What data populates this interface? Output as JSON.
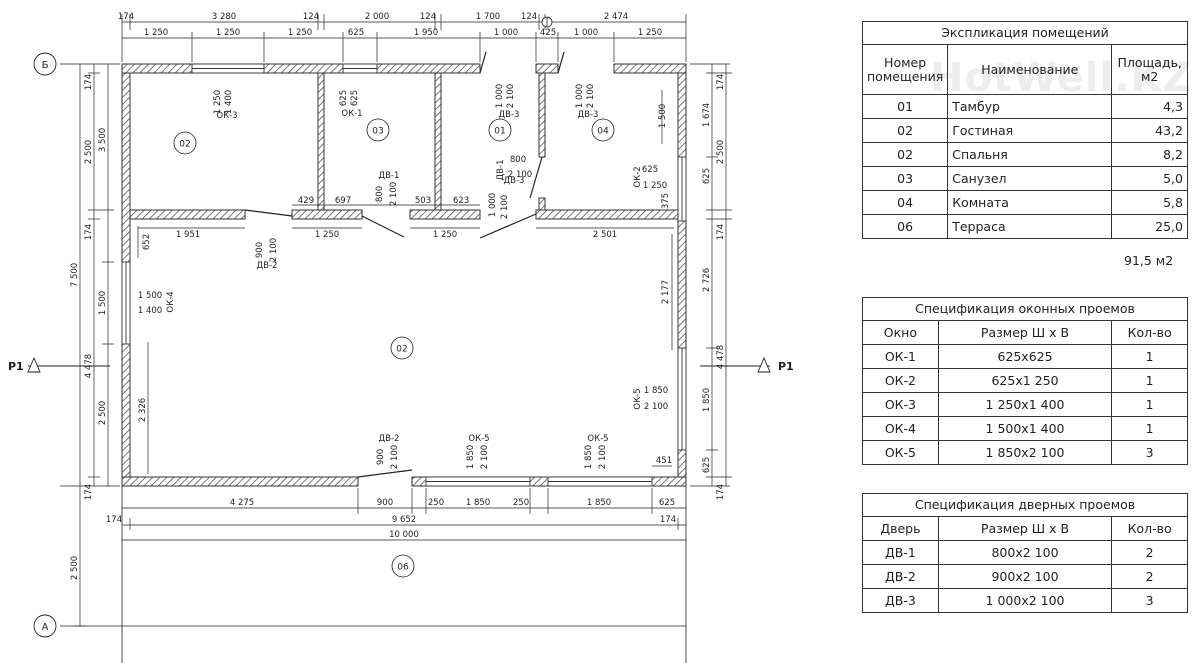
{
  "watermark": "HotWell.KZ",
  "axes": {
    "top": "Б",
    "bottom": "А"
  },
  "section_marks": {
    "left": "Р1",
    "right": "Р1"
  },
  "rooms": [
    {
      "id": "r1",
      "label": "02"
    },
    {
      "id": "r2",
      "label": "03"
    },
    {
      "id": "r3",
      "label": "01"
    },
    {
      "id": "r4",
      "label": "04"
    },
    {
      "id": "r5",
      "label": "02"
    },
    {
      "id": "r6",
      "label": "06"
    }
  ],
  "openings": {
    "ok3_top": {
      "dims": [
        "1 250",
        "1 400"
      ],
      "name": "ОК-3"
    },
    "ok1_top": {
      "dims": [
        "625",
        "625"
      ],
      "name": "ОК-1"
    },
    "dv3_left": {
      "dims": [
        "1 000",
        "2 100"
      ],
      "name": "ДВ-3"
    },
    "dv3_right": {
      "dims": [
        "1 000",
        "2 100"
      ],
      "name": "ДВ-3"
    },
    "dv1_bath": {
      "dims": [
        "800",
        "2 100"
      ],
      "name": "ДВ-1"
    },
    "dv1_hall": {
      "dims": [
        "800",
        "2 100"
      ],
      "name": "ДВ-1"
    },
    "dv3_mid": {
      "dims": [
        "1 000",
        "2 100"
      ],
      "name": "ДВ-3"
    },
    "ok2_right": {
      "dims": [
        "625",
        "1 250"
      ],
      "name": "ОК-2"
    },
    "dv2_mid": {
      "dims": [
        "900",
        "2 100"
      ],
      "name": "ДВ-2"
    },
    "ok4_left": {
      "dims": [
        "1 500",
        "1 400"
      ],
      "name": "ОК-4"
    },
    "ok5_right": {
      "dims": [
        "1 850",
        "2 100"
      ],
      "name": "ОК-5"
    },
    "dv2_bottom": {
      "dims": [
        "900",
        "2 100"
      ],
      "name": "ДВ-2"
    },
    "ok5_bottom1": {
      "dims": [
        "1 850",
        "2 100"
      ],
      "name": "ОК-5"
    },
    "ok5_bottom2": {
      "dims": [
        "1 850",
        "2 100"
      ],
      "name": "ОК-5"
    }
  },
  "dims": {
    "top_row1": [
      "174",
      "3 280",
      "124",
      "2 000",
      "124",
      "1 700",
      "124",
      "2 474"
    ],
    "top_row2": [
      "1 250",
      "1 250",
      "1 250",
      "625",
      "1 950",
      "1 000",
      "425",
      "1 000",
      "1 250"
    ],
    "left_outer": [
      "174",
      "2 500",
      "174",
      "1 500",
      "2 500",
      "174",
      "2 500"
    ],
    "left_mid": [
      "3 500",
      "7 500",
      "4 478"
    ],
    "left_small": [
      "652"
    ],
    "inner_wall": [
      "429",
      "697",
      "503",
      "623"
    ],
    "inner_wall_low": [
      "1 951",
      "1 250",
      "1 250",
      "2 501"
    ],
    "interior_vertical": [
      "1 500",
      "2 177",
      "2 326"
    ],
    "right_outer": [
      "174",
      "1 674",
      "2 500",
      "625",
      "375",
      "174",
      "2 726",
      "4 478",
      "1 850",
      "625",
      "174",
      "451"
    ],
    "bottom_row1": [
      "4 275",
      "900",
      "250",
      "1 850",
      "250",
      "1 850",
      "625"
    ],
    "bottom_row2": [
      "174",
      "9 652",
      "174"
    ],
    "bottom_row3": [
      "10 000"
    ]
  },
  "explication": {
    "title": "Экспликация помещений",
    "headers": [
      "Номер помещения",
      "Наименование",
      "Площадь, м2"
    ],
    "rows": [
      [
        "01",
        "Тамбур",
        "4,3"
      ],
      [
        "02",
        "Гостиная",
        "43,2"
      ],
      [
        "02",
        "Спальня",
        "8,2"
      ],
      [
        "03",
        "Санузел",
        "5,0"
      ],
      [
        "04",
        "Комната",
        "5,8"
      ],
      [
        "06",
        "Терраса",
        "25,0"
      ]
    ],
    "total": "91,5 м2"
  },
  "windows": {
    "title": "Спецификация оконных проемов",
    "headers": [
      "Окно",
      "Размер Ш х В",
      "Кол-во"
    ],
    "rows": [
      [
        "ОК-1",
        "625х625",
        "1"
      ],
      [
        "ОК-2",
        "625х1 250",
        "1"
      ],
      [
        "ОК-3",
        "1 250х1 400",
        "1"
      ],
      [
        "ОК-4",
        "1 500х1 400",
        "1"
      ],
      [
        "ОК-5",
        "1 850х2 100",
        "3"
      ]
    ]
  },
  "doors": {
    "title": "Спецификация дверных проемов",
    "headers": [
      "Дверь",
      "Размер Ш х В",
      "Кол-во"
    ],
    "rows": [
      [
        "ДВ-1",
        "800х2 100",
        "2"
      ],
      [
        "ДВ-2",
        "900х2 100",
        "2"
      ],
      [
        "ДВ-3",
        "1 000х2 100",
        "3"
      ]
    ]
  }
}
